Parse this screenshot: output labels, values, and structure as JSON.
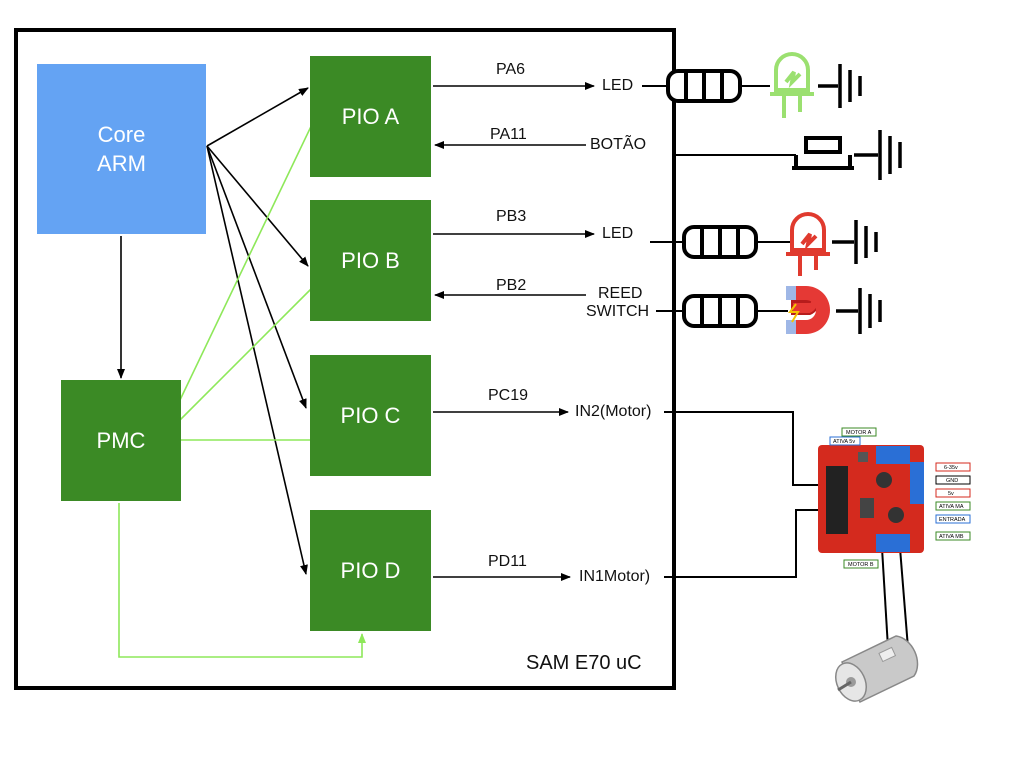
{
  "chip": {
    "name": "SAM E70 uC"
  },
  "blocks": {
    "core": {
      "line1": "Core",
      "line2": "ARM"
    },
    "pmc": "PMC",
    "pio_a": "PIO A",
    "pio_b": "PIO B",
    "pio_c": "PIO C",
    "pio_d": "PIO D"
  },
  "signals": {
    "pa6": "PA6",
    "pa11": "PA11",
    "pb3": "PB3",
    "pb2": "PB2",
    "pc19": "PC19",
    "pd11": "PD11"
  },
  "peripherals": {
    "led_a": "LED",
    "button": "BOTÃO",
    "led_b": "LED",
    "reed_line1": "REED",
    "reed_line2": "SWITCH",
    "in2": "IN2(Motor)",
    "in1": "IN1Motor)"
  },
  "driver_board": {
    "labels": [
      "MOTOR A",
      "ATIVA 5v",
      "6-35v",
      "GND",
      "5v",
      "ATIVA MA",
      "ENTRADA",
      "ATIVA MB",
      "MOTOR B"
    ]
  },
  "colors": {
    "core": "#64a3f3",
    "block": "#3b8a25",
    "clock_line": "#8ee85a",
    "board": "#d42a1e",
    "terminal": "#2a6fd6",
    "led_green": "#9be070",
    "led_red": "#e03a2e"
  }
}
